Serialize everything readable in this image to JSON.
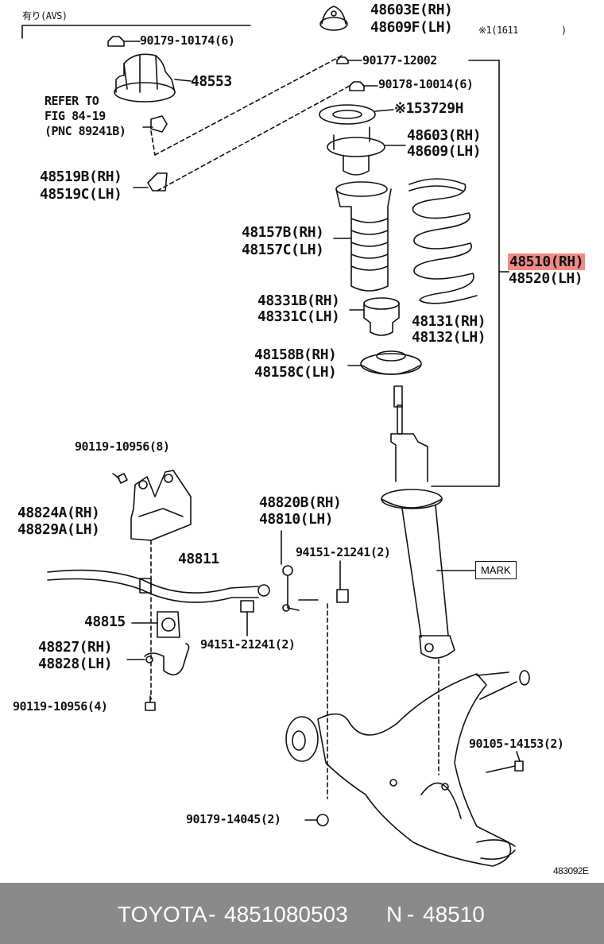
{
  "labels": {
    "avs_note": "有り(AVS)",
    "p48603E": "48603E(RH)",
    "p48609F": "48609F(LH)",
    "note_1611": "※1(1611",
    "note_close": ")",
    "p90179_10174": "90179-10174(6)",
    "p90177": "90177-12002",
    "p48553": "48553",
    "p90178": "90178-10014(6)",
    "refer_1": "REFER TO",
    "refer_2": "FIG 84-19",
    "refer_3": "(PNC 89241B)",
    "p53729": "※153729H",
    "p48603rh": "48603(RH)",
    "p48609lh": "48609(LH)",
    "p48519B": "48519B(RH)",
    "p48519C": "48519C(LH)",
    "p48157B": "48157B(RH)",
    "p48157C": "48157C(LH)",
    "p48510": "48510(RH)",
    "p48520": "48520(LH)",
    "p48331B": "48331B(RH)",
    "p48331C": "48331C(LH)",
    "p48131": "48131(RH)",
    "p48132": "48132(LH)",
    "p48158B": "48158B(RH)",
    "p48158C": "48158C(LH)",
    "p90119_8": "90119-10956(8)",
    "p48824A": "48824A(RH)",
    "p48829A": "48829A(LH)",
    "p48820B": "48820B(RH)",
    "p48810": "48810(LH)",
    "p94151_a": "94151-21241(2)",
    "p48811": "48811",
    "mark": "MARK",
    "p48815": "48815",
    "p94151_b": "94151-21241(2)",
    "p48827": "48827(RH)",
    "p48828": "48828(LH)",
    "p90119_4": "90119-10956(4)",
    "p90105": "90105-14153(2)",
    "p90179_14045": "90179-14045(2)",
    "diagram_id": "483092E"
  },
  "footer": {
    "brand": "TOYOTA",
    "sep1": "-",
    "part_number": "4851080503",
    "n_label": "N",
    "sep2": "-",
    "pnc": "48510"
  },
  "colors": {
    "highlight": "#f08a86",
    "footer_bg": "#8a8a8a",
    "footer_text": "#ffffff",
    "line": "#111111"
  }
}
